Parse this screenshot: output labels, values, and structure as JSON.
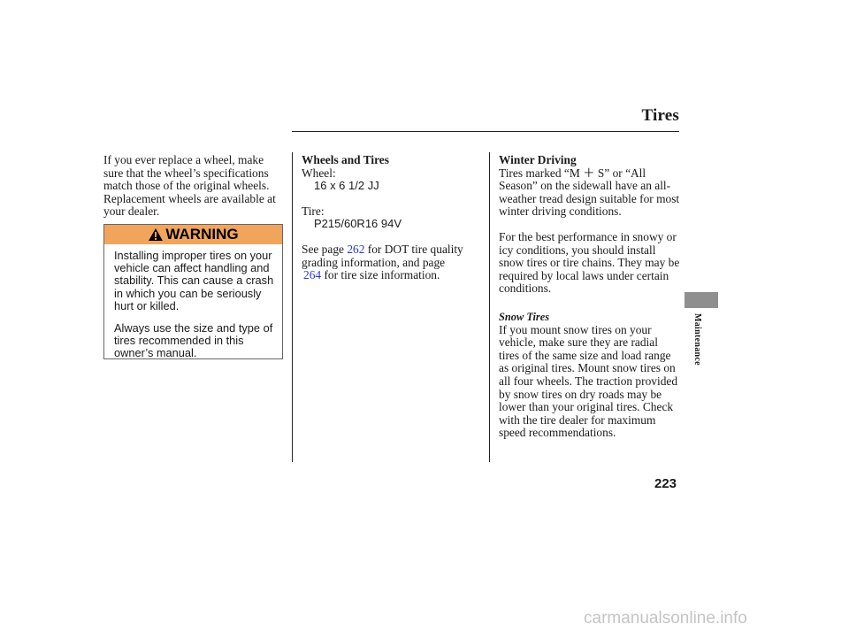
{
  "header": {
    "title": "Tires"
  },
  "left_column": {
    "intro": "If you ever replace a wheel, make sure that the wheel’s specifications match those of the original wheels. Replacement wheels are available at your dealer.",
    "warning": {
      "label": "WARNING",
      "paragraphs": [
        "Installing improper tires on your vehicle can affect handling and stability. This can cause a crash in which you can be seriously hurt or killed.",
        "Always use the size and type of tires recommended in this owner’s manual."
      ]
    }
  },
  "middle_column": {
    "heading": "Wheels and Tires",
    "wheel_label": "Wheel:",
    "wheel_value": "16 x 6 1/2 JJ",
    "tire_label": "Tire:",
    "tire_value": "P215/60R16 94V",
    "see_page_prefix": "See page",
    "see_page_1": "262",
    "see_page_mid": "for DOT tire quality grading information, and page",
    "see_page_2": "264",
    "see_page_suffix": "for tire size information."
  },
  "right_column": {
    "heading": "Winter Driving",
    "para1": "Tires marked “M ＋ S” or “All Season” on the sidewall have an all-weather tread design suitable for most winter driving conditions.",
    "para2": "For the best performance in snowy or icy conditions, you should install snow tires or tire chains. They may be required by local laws under certain conditions.",
    "subheading": "Snow Tires",
    "para3": "If you mount snow tires on your vehicle, make sure they are radial tires of the same size and load range as original tires. Mount snow tires on all four wheels. The traction provided by snow tires on dry roads may be lower than your original tires. Check with the tire dealer for maximum speed recommendations."
  },
  "side_tab": {
    "label": "Maintenance"
  },
  "page_number": "223",
  "watermark": "carmanualsonline.info",
  "colors": {
    "warning_banner": "#f1a55c",
    "link": "#2f38c8",
    "side_tab": "#8f8f8f"
  }
}
